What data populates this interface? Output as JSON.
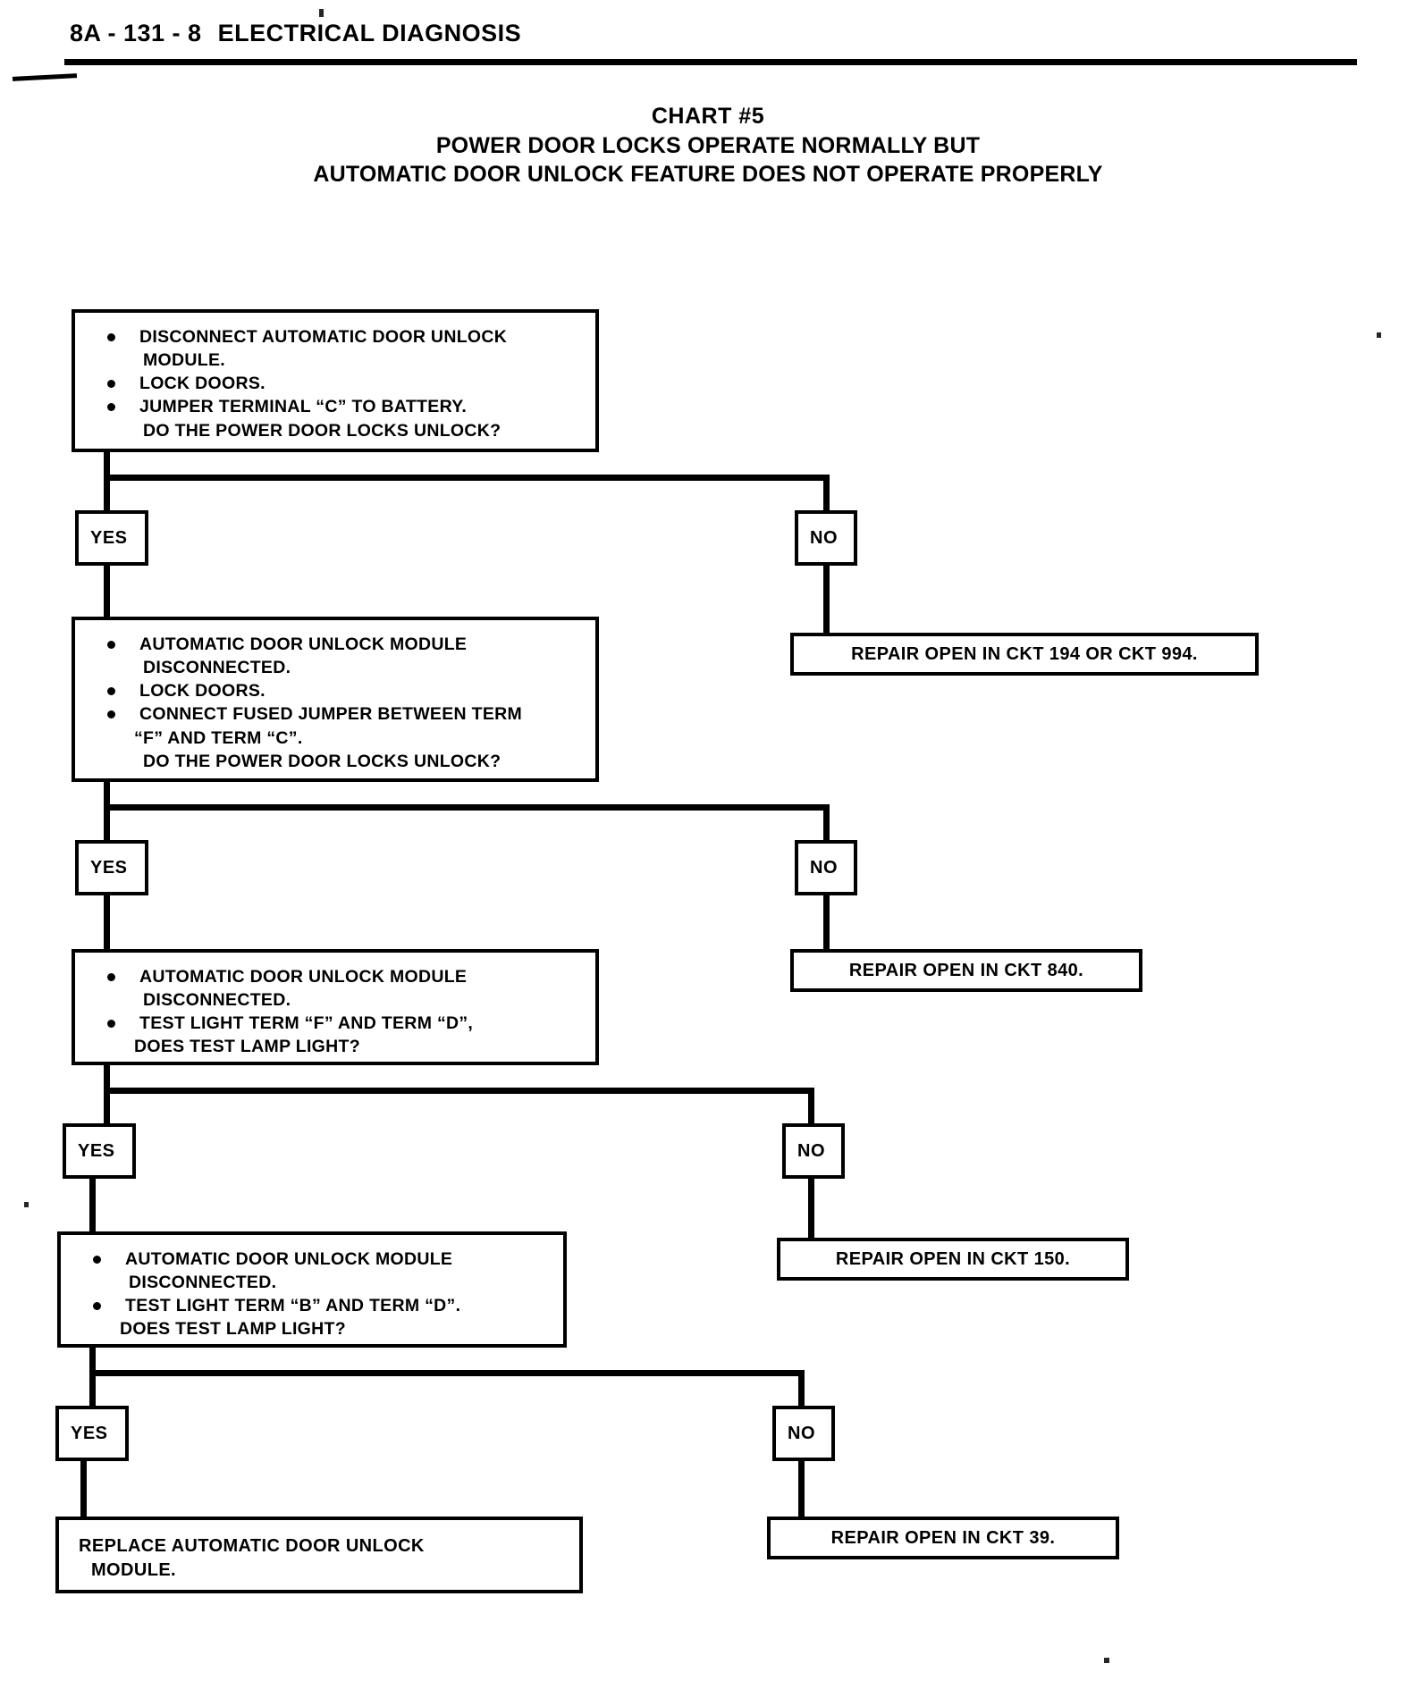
{
  "header": {
    "code": "8A - 131 - 8",
    "section": "ELECTRICAL DIAGNOSIS"
  },
  "chart": {
    "title_line1": "CHART #5",
    "title_line2": "POWER DOOR LOCKS OPERATE NORMALLY BUT",
    "title_line3": "AUTOMATIC DOOR UNLOCK FEATURE DOES NOT OPERATE PROPERLY"
  },
  "flow": {
    "step1": {
      "b1": "DISCONNECT AUTOMATIC DOOR UNLOCK",
      "b1c": "MODULE.",
      "b2": "LOCK DOORS.",
      "b3": "JUMPER TERMINAL “C” TO BATTERY.",
      "b3c": "DO THE POWER DOOR LOCKS UNLOCK?"
    },
    "step2": {
      "b1": "AUTOMATIC DOOR UNLOCK MODULE",
      "b1c": "DISCONNECTED.",
      "b2": "LOCK DOORS.",
      "b3": "CONNECT FUSED JUMPER BETWEEN TERM",
      "b3c": "“F” AND TERM “C”.",
      "b3c2": "DO THE POWER DOOR LOCKS UNLOCK?"
    },
    "step3": {
      "b1": "AUTOMATIC DOOR UNLOCK MODULE",
      "b1c": "DISCONNECTED.",
      "b2": "TEST LIGHT TERM “F” AND TERM “D”,",
      "b2c": "DOES TEST LAMP LIGHT?"
    },
    "step4": {
      "b1": "AUTOMATIC DOOR UNLOCK MODULE",
      "b1c": "DISCONNECTED.",
      "b2": "TEST LIGHT TERM “B” AND TERM “D”.",
      "b2c": "DOES TEST LAMP LIGHT?"
    },
    "branches": {
      "yes1": "YES",
      "no1": "NO",
      "yes2": "YES",
      "no2": "NO",
      "yes3": "YES",
      "no3": "NO",
      "yes4": "YES",
      "no4": "NO"
    },
    "results": {
      "r1": "REPAIR OPEN IN CKT 194 OR CKT 994.",
      "r2": "REPAIR OPEN IN CKT 840.",
      "r3": "REPAIR OPEN IN CKT 150.",
      "r4": "REPAIR OPEN IN CKT 39."
    },
    "final": {
      "line1": "REPLACE AUTOMATIC DOOR UNLOCK",
      "line2": "MODULE."
    }
  },
  "colors": {
    "ink": "#000000",
    "paper": "#ffffff"
  }
}
